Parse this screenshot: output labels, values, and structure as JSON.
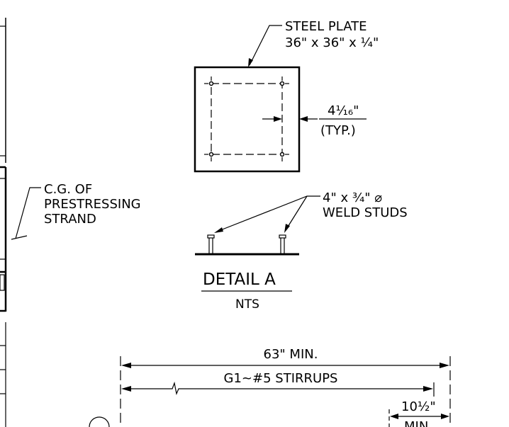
{
  "steel_plate": {
    "line1": "STEEL PLATE",
    "line2": "36\" x 36\" x ¼\""
  },
  "offset": {
    "value": "4¹⁄₁₆\"",
    "note": "(TYP.)"
  },
  "cg": {
    "line1": "C.G. OF",
    "line2": "PRESTRESSING",
    "line3": "STRAND"
  },
  "studs": {
    "line1": "4\" x ¾\" ⌀",
    "line2": "WELD STUDS"
  },
  "detail": {
    "title": "DETAIL A",
    "scale": "NTS"
  },
  "dims": {
    "overall": "63\" MIN.",
    "stirrups": "G1~#5 STIRRUPS",
    "end": "10½\"",
    "end_note": "MIN."
  }
}
